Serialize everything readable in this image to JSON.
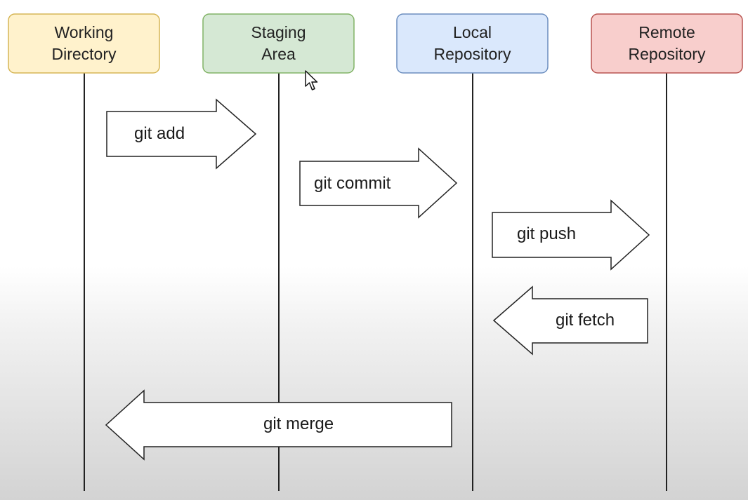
{
  "stages": [
    {
      "label": "Working\nDirectory",
      "fill": "#fff2cc",
      "stroke": "#d6b656"
    },
    {
      "label": "Staging\nArea",
      "fill": "#d5e8d4",
      "stroke": "#82b366"
    },
    {
      "label": "Local\nRepository",
      "fill": "#dae8fc",
      "stroke": "#6c8ebf"
    },
    {
      "label": "Remote\nRepository",
      "fill": "#f8cecc",
      "stroke": "#b85450"
    }
  ],
  "actions": [
    {
      "label": "git add",
      "from": "Working Directory",
      "to": "Staging Area",
      "direction": "right"
    },
    {
      "label": "git commit",
      "from": "Staging Area",
      "to": "Local Repository",
      "direction": "right"
    },
    {
      "label": "git push",
      "from": "Local Repository",
      "to": "Remote Repository",
      "direction": "right"
    },
    {
      "label": "git fetch",
      "from": "Remote Repository",
      "to": "Local Repository",
      "direction": "left"
    },
    {
      "label": "git merge",
      "from": "Local Repository",
      "to": "Working Directory",
      "direction": "left"
    }
  ],
  "cursor_icon": "mouse-pointer-icon"
}
